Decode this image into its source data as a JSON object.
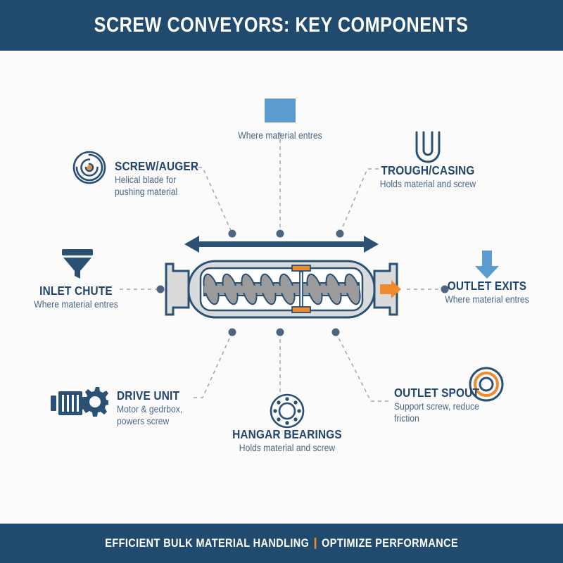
{
  "header": {
    "title": "SCREW CONVEYORS: KEY COMPONENTS"
  },
  "footer": {
    "left_text": "EFFICIENT BULK MATERIAL HANDLING",
    "right_text": "OPTIMIZE PERFORMANCE",
    "separator": "|"
  },
  "colors": {
    "band_navy": "#214b6e",
    "title_navy": "#21456b",
    "desc_blue": "#4a6785",
    "accent_orange": "#ef8b2c",
    "light_blue": "#5b9bd0",
    "screw_gray": "#9b9b9b",
    "casing_gray": "#d9dada",
    "connector": "#98a7b8",
    "background": "#fbfbfb"
  },
  "callouts": [
    {
      "id": "inlet-hopper",
      "icon": "blue-square-icon",
      "title": "",
      "desc": "Where material entres"
    },
    {
      "id": "screw-auger",
      "icon": "spiral-icon",
      "title": "SCREW/AUGER",
      "desc": "Helical blade for pushing material"
    },
    {
      "id": "trough-casing",
      "icon": "u-trough-icon",
      "title": "TROUGH/CASING",
      "desc": "Holds material and screw"
    },
    {
      "id": "inlet-chute",
      "icon": "funnel-icon",
      "title": "INLET CHUTE",
      "desc": "Where material entres"
    },
    {
      "id": "outlet-exits",
      "icon": "down-arrow-icon",
      "title": "OUTLET EXITS",
      "desc": "Where material entres"
    },
    {
      "id": "drive-unit",
      "icon": "motor-gear-icon",
      "title": "DRIVE UNIT",
      "desc": "Motor & gedrbox, powers screw"
    },
    {
      "id": "hangar-bearings",
      "icon": "bearing-icon",
      "title": "HANGAR BEARINGS",
      "desc": "Holds material and screw"
    },
    {
      "id": "outlet-spout",
      "icon": "concentric-rings-icon",
      "title": "OUTLET SPOUT",
      "desc": "Support screw, reduce friction"
    }
  ],
  "diagram": {
    "name": "screw-conveyor-cutaway",
    "span_arrow": "double-headed-arrow",
    "flow_arrow": "orange-right-arrow",
    "hanger_bearing": "center-hanger-bearing"
  }
}
